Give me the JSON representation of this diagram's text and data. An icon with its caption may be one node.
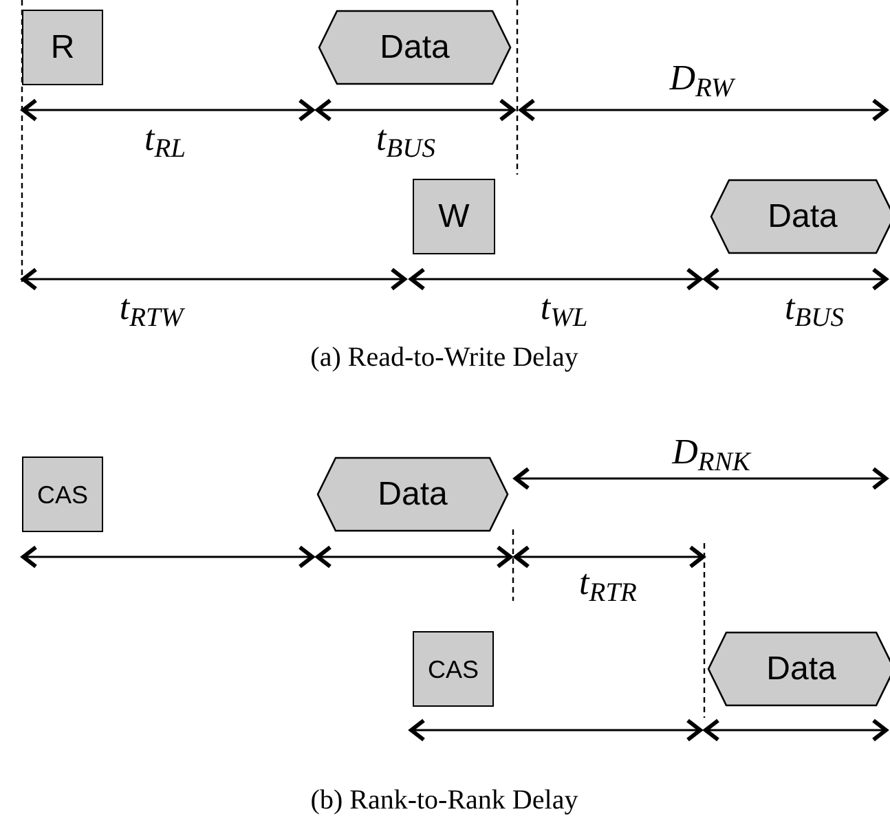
{
  "diagram": {
    "nodes": [
      {
        "text": [
          "R"
        ]
      },
      {
        "text": [
          "Data"
        ]
      },
      {
        "text": [
          "W"
        ]
      },
      {
        "text": [
          "Data"
        ]
      },
      {
        "text": [
          "CAS"
        ]
      },
      {
        "text": [
          "Data"
        ]
      },
      {
        "text": [
          "CAS"
        ]
      },
      {
        "text": [
          "Data"
        ]
      }
    ],
    "labels": [
      "D$_{RW}$",
      "t$_{RL}$",
      "t$_{BUS}$",
      "t$_{RTW}$",
      "t$_{WL}$",
      "t$_{BUS}$",
      "(a) Read-to-Write Delay",
      "D$_{RNK}$",
      "t$_{RTR}$",
      "(b) Rank-to-Rank Delay"
    ]
  }
}
